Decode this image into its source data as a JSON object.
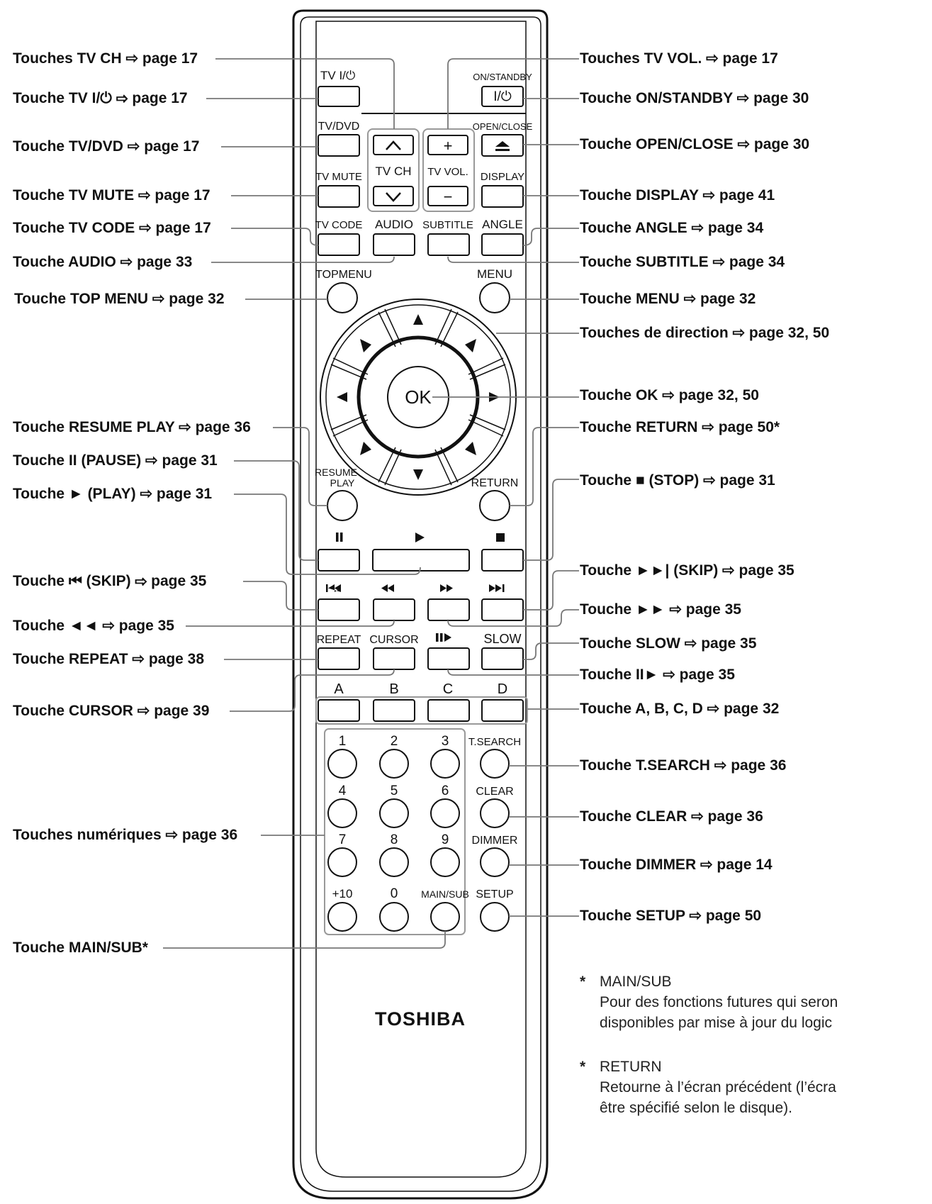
{
  "remote": {
    "brand": "TOSHIBA",
    "buttons": {
      "tv_power": "TV I/⏻",
      "on_standby": "ON/STANDBY",
      "on_standby_symbol": "I/⏻",
      "tv_dvd": "TV/DVD",
      "open_close": "OPEN/CLOSE",
      "tv_ch": "TV CH",
      "tv_vol": "TV VOL.",
      "tv_mute": "TV MUTE",
      "display": "DISPLAY",
      "tv_code": "TV CODE",
      "audio": "AUDIO",
      "subtitle": "SUBTITLE",
      "angle": "ANGLE",
      "top_menu": "TOPMENU",
      "menu": "MENU",
      "ok": "OK",
      "resume_play_1": "RESUME",
      "resume_play_2": "PLAY",
      "return": "RETURN",
      "repeat": "REPEAT",
      "cursor": "CURSOR",
      "slow": "SLOW",
      "a": "A",
      "b": "B",
      "c": "C",
      "d": "D",
      "t_search": "T.SEARCH",
      "clear": "CLEAR",
      "dimmer": "DIMMER",
      "setup": "SETUP",
      "main_sub": "MAIN/SUB",
      "plus": "+",
      "minus": "−",
      "digits": [
        "1",
        "2",
        "3",
        "4",
        "5",
        "6",
        "7",
        "8",
        "9",
        "+10",
        "0"
      ]
    }
  },
  "callouts_left": [
    "Touches TV CH ⇨ page 17",
    "Touche TV I/⏻ ⇨ page 17",
    "Touche TV/DVD ⇨ page 17",
    "Touche TV MUTE ⇨ page 17",
    "Touche TV CODE ⇨ page 17",
    "Touche AUDIO ⇨ page 33",
    "Touche TOP MENU ⇨ page 32",
    "Touche RESUME PLAY ⇨ page 36",
    "Touche II (PAUSE) ⇨ page 31",
    "Touche ► (PLAY) ⇨ page 31",
    "Touche ⏮ (SKIP) ⇨ page 35",
    "Touche ◄◄ ⇨ page 35",
    "Touche REPEAT ⇨ page 38",
    "Touche CURSOR ⇨ page 39",
    "Touches numériques ⇨ page 36",
    "Touche MAIN/SUB*"
  ],
  "callouts_right": [
    "Touches TV VOL. ⇨ page 17",
    "Touche ON/STANDBY ⇨ page 30",
    "Touche OPEN/CLOSE ⇨ page 30",
    "Touche DISPLAY ⇨ page 41",
    "Touche ANGLE ⇨ page 34",
    "Touche SUBTITLE ⇨ page 34",
    "Touche MENU ⇨ page 32",
    "Touches de direction ⇨ page 32, 50",
    "Touche OK ⇨ page 32, 50",
    "Touche RETURN ⇨ page 50*",
    "Touche ■ (STOP) ⇨ page 31",
    "Touche ►►| (SKIP) ⇨ page 35",
    "Touche ►► ⇨ page 35",
    "Touche SLOW ⇨ page 35",
    "Touche II► ⇨ page 35",
    "Touche A, B, C, D ⇨ page 32",
    "Touche T.SEARCH ⇨ page 36",
    "Touche CLEAR ⇨ page 36",
    "Touche DIMMER ⇨ page 14",
    "Touche SETUP ⇨ page 50"
  ],
  "notes": [
    {
      "star": "*",
      "title": "MAIN/SUB",
      "lines": [
        "Pour des fonctions futures qui seron",
        "disponibles par mise à jour du logic"
      ]
    },
    {
      "star": "*",
      "title": "RETURN",
      "lines": [
        "Retourne à l’écran précédent (l’écra",
        "être spécifié selon le disque)."
      ]
    }
  ]
}
